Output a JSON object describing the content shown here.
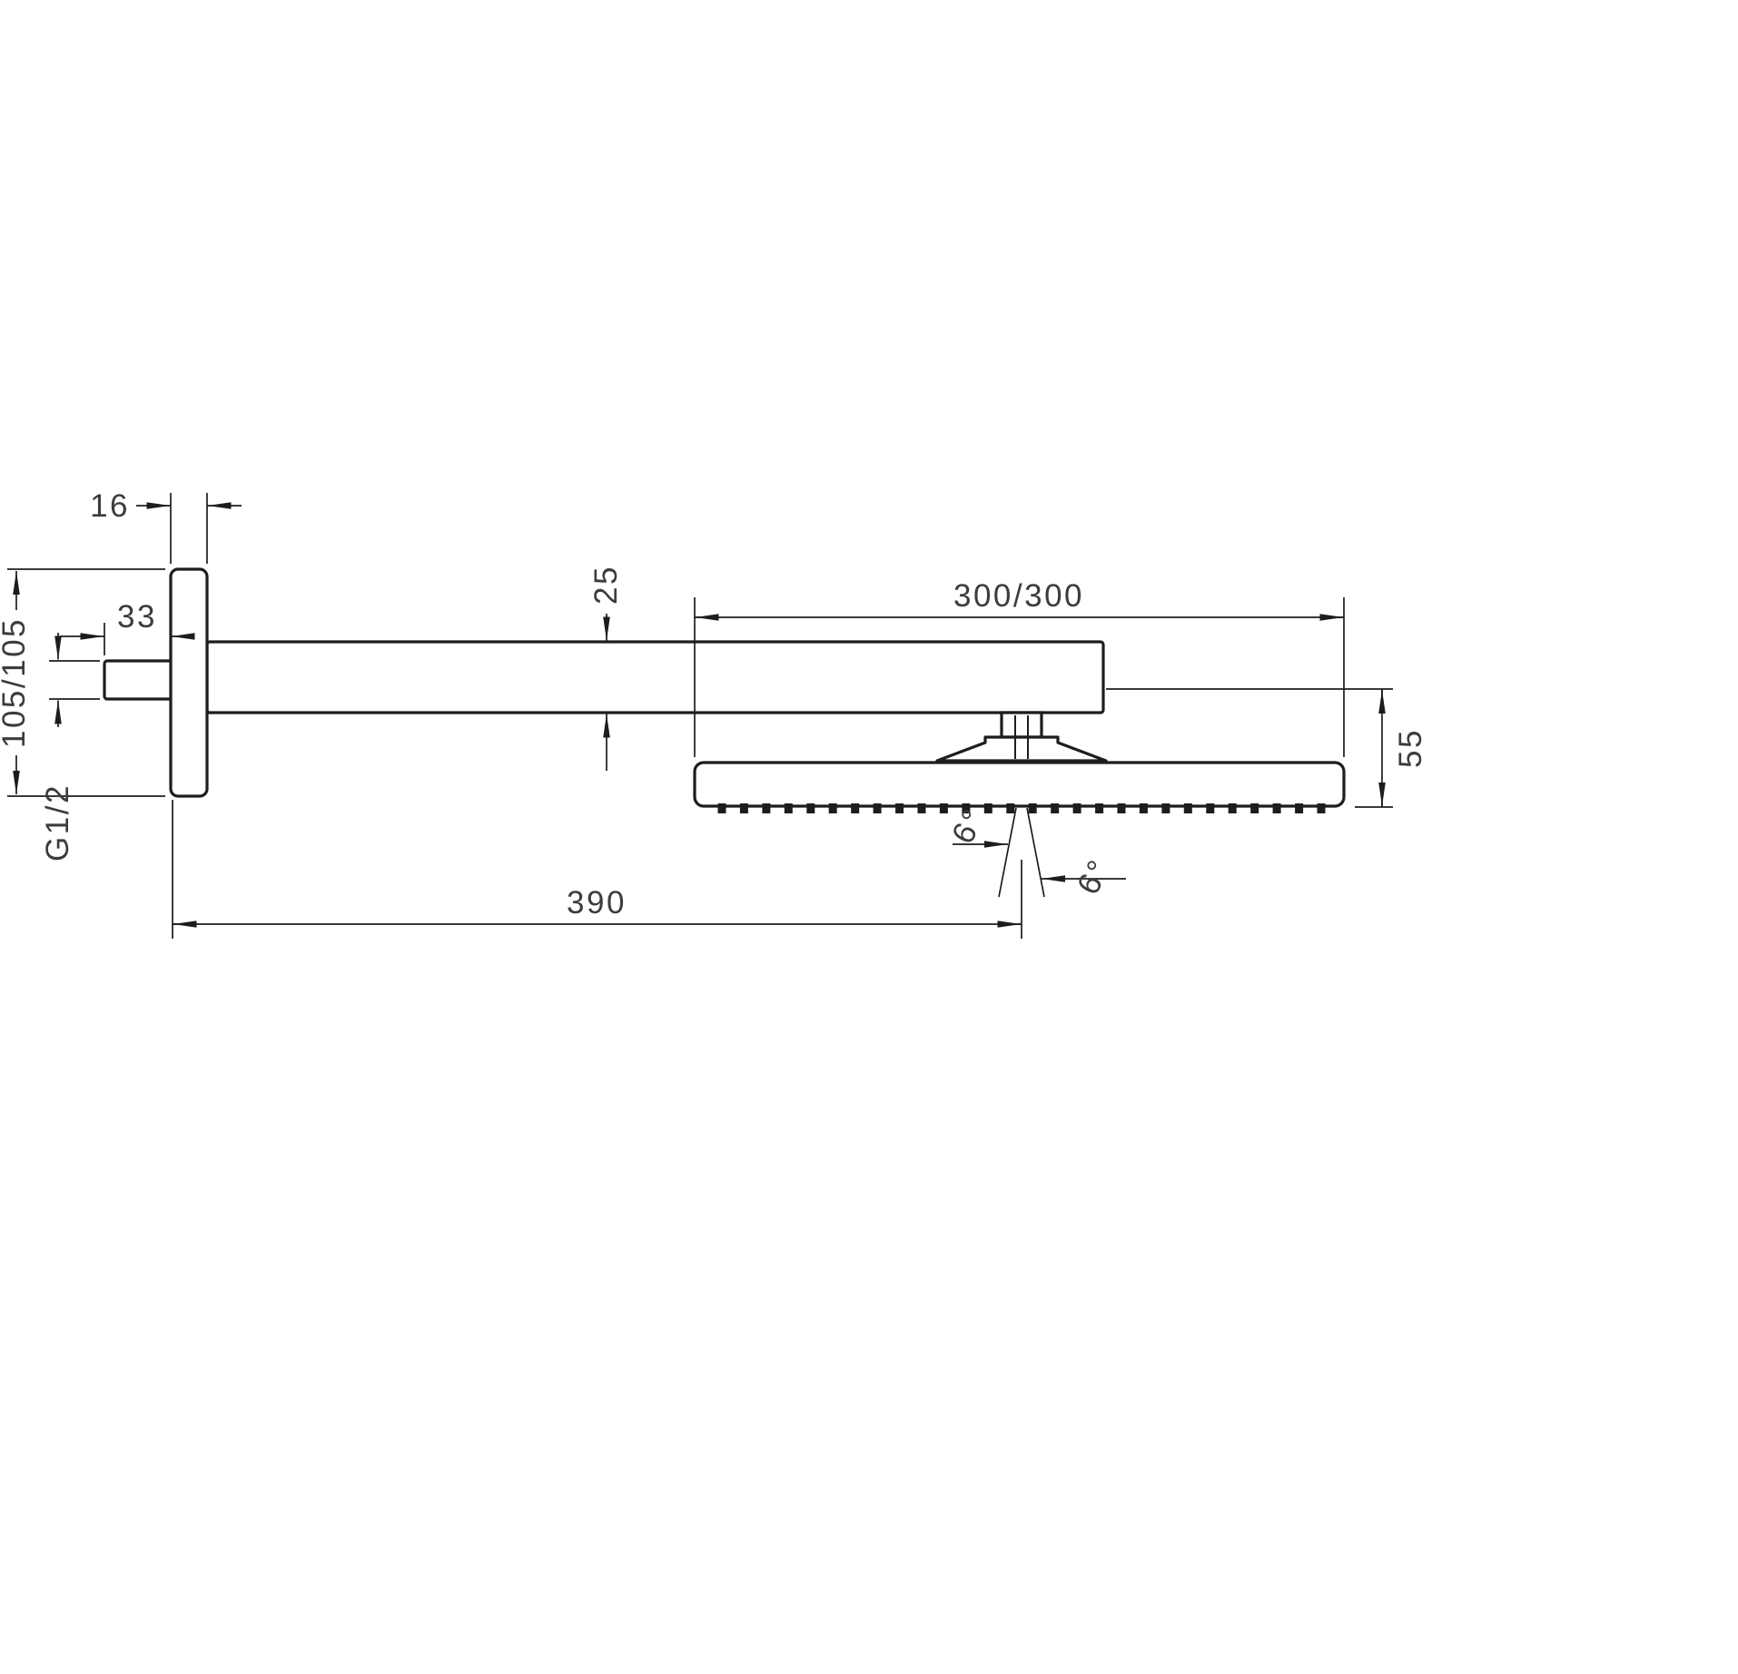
{
  "diagram": {
    "type": "technical-dimension-drawing",
    "subject": "overhead-shower-with-wall-arm-side-view",
    "labels": {
      "plate_thickness": "16",
      "nipple_length": "33",
      "plate_size": "105/105",
      "thread": "G1/2",
      "arm_height": "25",
      "head_size": "300/300",
      "head_height": "55",
      "arm_length": "390",
      "spray_angle_left": "6°",
      "spray_angle_right": "6°"
    },
    "nozzles": {
      "count": 28
    },
    "colors": {
      "line": "#1d1d1b",
      "text": "#3c3c3b",
      "background": "#ffffff"
    }
  }
}
